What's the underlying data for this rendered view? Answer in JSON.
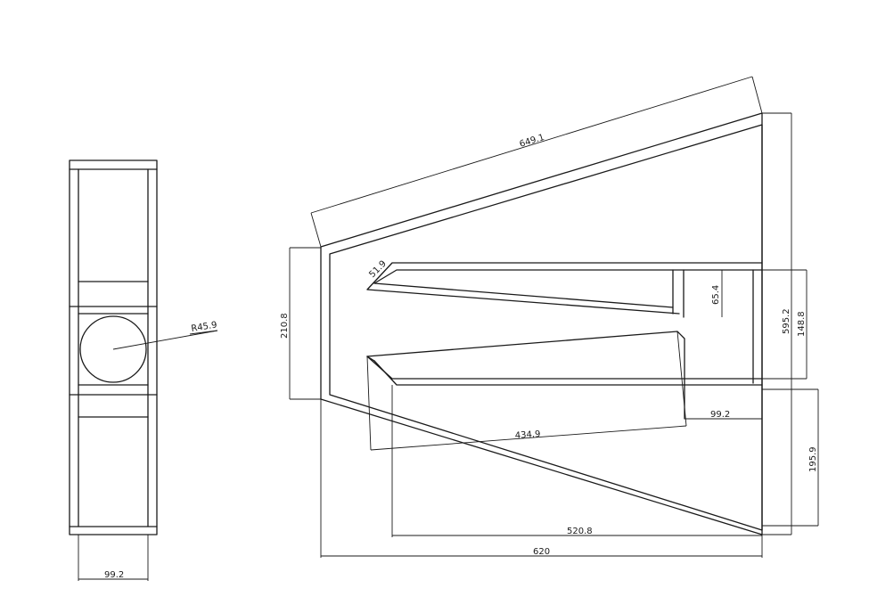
{
  "drawing": {
    "side_view": {
      "width_dim": "99.2",
      "radius_dim": "R45.9"
    },
    "top_view": {
      "dims": {
        "top_edge": "649.1",
        "left_height": "210.8",
        "upper_slot_angle": "51.9",
        "upper_slot_height": "65.4",
        "right_outer": "595.2",
        "right_inner": "148.8",
        "inner_width": "99.2",
        "diagonal": "434.9",
        "right_lower": "195.9",
        "bottom_inner": "520.8",
        "bottom_total": "620"
      }
    }
  }
}
